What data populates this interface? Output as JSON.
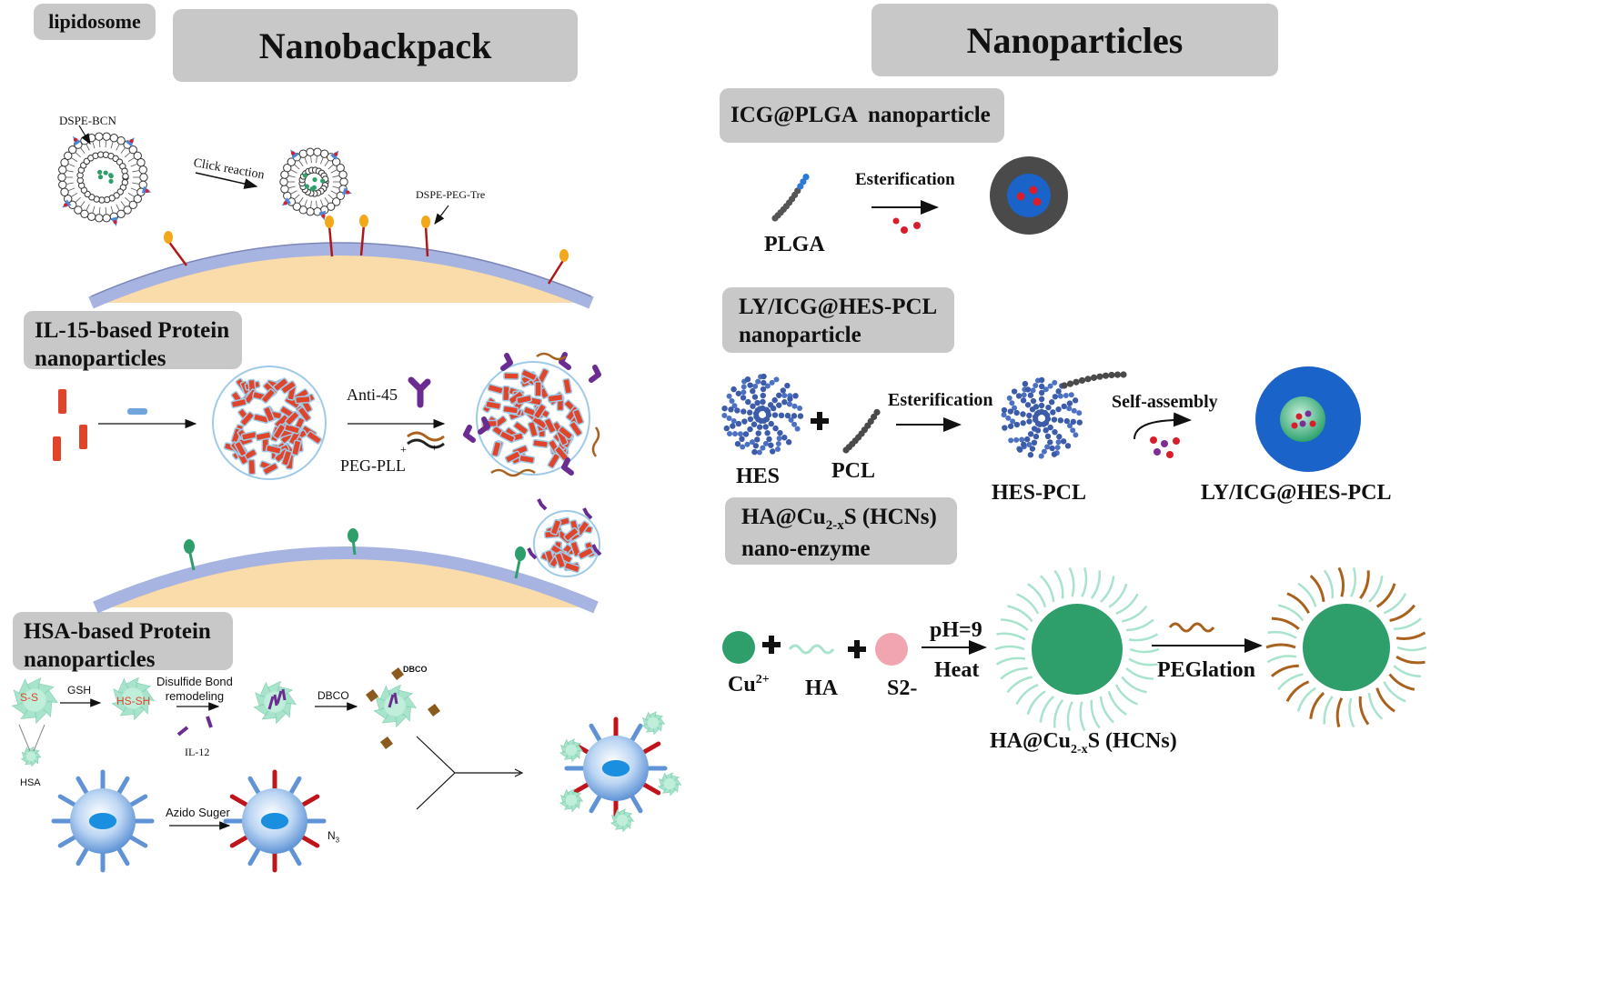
{
  "left": {
    "title": "Nanobackpack",
    "lipidosome": {
      "label": "lipidosome",
      "dspe_bcn": "DSPE-BCN",
      "click": "Click reaction",
      "dspe_peg_tre": "DSPE-PEG-Tre"
    },
    "il15": {
      "label": "IL-15-based Protein\nnanoparticles",
      "anti": "Anti-45",
      "peg": "PEG-PLL"
    },
    "hsa": {
      "label": "HSA-based Protein\nnanoparticles",
      "ss": "S-S",
      "gsh": "GSH",
      "hssh": "HS-SH",
      "disulfide": "Disulfide Bond\nremodeling",
      "il12": "IL-12",
      "dbco": "DBCO",
      "dbco_small": "DBCO",
      "hsa_small": "HSA",
      "azido": "Azido Suger",
      "n3": "N",
      "n3_sub": "3"
    }
  },
  "right": {
    "title": "Nanoparticles",
    "icg": {
      "label": "ICG@PLGA  nanoparticle",
      "plga": "PLGA",
      "ester": "Esterification"
    },
    "ly": {
      "label": "LY/ICG@HES-PCL\n  nanoparticle",
      "hes": "HES",
      "pcl": "PCL",
      "ester": "Esterification",
      "hespcl": "HES-PCL",
      "self": "Self-assembly",
      "result": "LY/ICG@HES-PCL"
    },
    "ha": {
      "label_a": "HA@Cu",
      "label_sub": "2-x",
      "label_b": "S (HCNs)",
      "label_c": "nano-enzyme",
      "cu": "Cu",
      "cu_sup": "2+",
      "ha": "HA",
      "s2": "S2-",
      "ph": "pH=9",
      "heat": "Heat",
      "pegl": "PEGlation",
      "res_a": "HA@Cu",
      "res_sub": "2-x",
      "res_b": "S (HCNs)"
    }
  },
  "colors": {
    "box": "#c8c8c8",
    "cell": "#f9dcaa",
    "membrane": "#a7b3e0",
    "protein": "#e0442a",
    "linker": "#9fcbe8",
    "purple": "#6a2c91",
    "green": "#2e9e6a",
    "hes": "#3c5ba8",
    "blue": "#1a63c9",
    "dark": "#4a4a4a",
    "red": "#d81e2c",
    "pink": "#f1a5b0",
    "mint": "#a8e3cc",
    "brown": "#a8621e"
  }
}
